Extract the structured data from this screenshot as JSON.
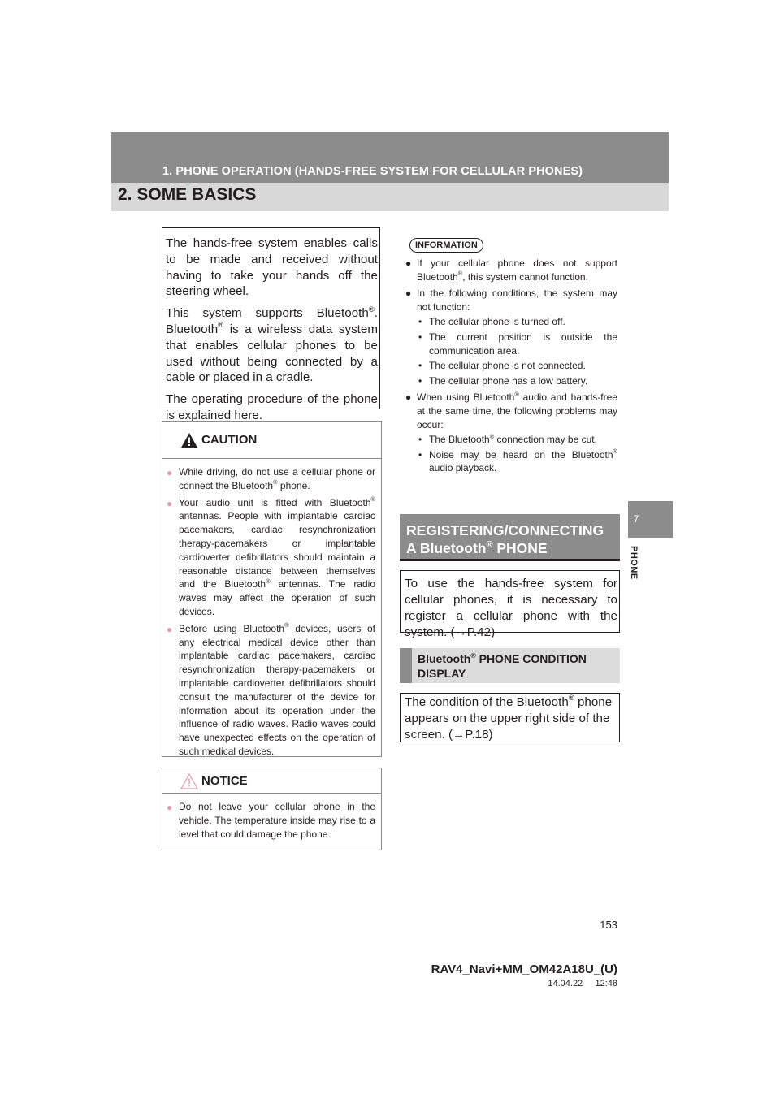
{
  "header": {
    "chapter": "1. PHONE OPERATION (HANDS-FREE SYSTEM FOR CELLULAR PHONES)",
    "section_title": "2. SOME BASICS"
  },
  "side_tab": {
    "number": "7",
    "label": "PHONE"
  },
  "intro": {
    "p1": "The hands-free system enables calls to be made and received without having to take your hands off the steering wheel.",
    "p2_a": "This system supports Bluetooth",
    "p2_b": ". Bluetooth",
    "p2_c": " is a wireless data system that enables cellular phones to be used without being connected by a cable or placed in a cradle.",
    "p3": "The operating procedure of the phone is explained here."
  },
  "registered_mark": "®",
  "caution": {
    "title": "CAUTION",
    "items": [
      {
        "a": "While driving, do not use a cellular phone or connect the Bluetooth",
        "b": " phone."
      },
      {
        "a": "Your audio unit is fitted with Bluetooth",
        "b": " antennas. People with implantable cardiac pacemakers, cardiac resynchronization therapy-pacemakers or implantable cardioverter defibrillators should maintain a reasonable distance between themselves and the Bluetooth",
        "c": " antennas. The radio waves may affect the operation of such devices."
      },
      {
        "a": "Before using Bluetooth",
        "b": " devices, users of any electrical medical device other than implantable cardiac pacemakers, cardiac resynchronization therapy-pacemakers or implantable cardioverter defibrillators should consult the manufacturer of the device for information about its operation under the influence of radio waves. Radio waves could have unexpected effects on the operation of such medical devices."
      }
    ]
  },
  "notice": {
    "title": "NOTICE",
    "item": "Do not leave your cellular phone in the vehicle. The temperature inside may rise to a level that could damage the phone."
  },
  "information": {
    "label": "INFORMATION",
    "item1_a": "If your cellular phone does not support Bluetooth",
    "item1_b": ", this system cannot function.",
    "item2": "In the following conditions, the system may not function:",
    "item2_subs": [
      "The cellular phone is turned off.",
      "The current position is outside the communication area.",
      "The cellular phone is not connected.",
      "The cellular phone has a low battery."
    ],
    "item3_a": "When using Bluetooth",
    "item3_b": " audio and hands-free at the same time, the following problems may occur:",
    "item3_sub1_a": "The Bluetooth",
    "item3_sub1_b": " connection may be cut.",
    "item3_sub2_a": "Noise may be heard on the Bluetooth",
    "item3_sub2_b": " audio playback."
  },
  "registering": {
    "head_line1": "REGISTERING/CONNECTING",
    "head_line2_a": "A Bluetooth",
    "head_line2_b": " PHONE",
    "body": "To use the hands-free system for cellular phones, it is necessary to register a cellular phone with the system. (→P.42)"
  },
  "condition": {
    "head_a": "Bluetooth",
    "head_b": " PHONE CONDITION DISPLAY",
    "body_a": "The condition of the Bluetooth",
    "body_b": " phone appears on the upper right side of the screen. (→P.18)"
  },
  "footer": {
    "page_number": "153",
    "doc_id": "RAV4_Navi+MM_OM42A18U_(U)",
    "date": "14.04.22     12:48"
  }
}
